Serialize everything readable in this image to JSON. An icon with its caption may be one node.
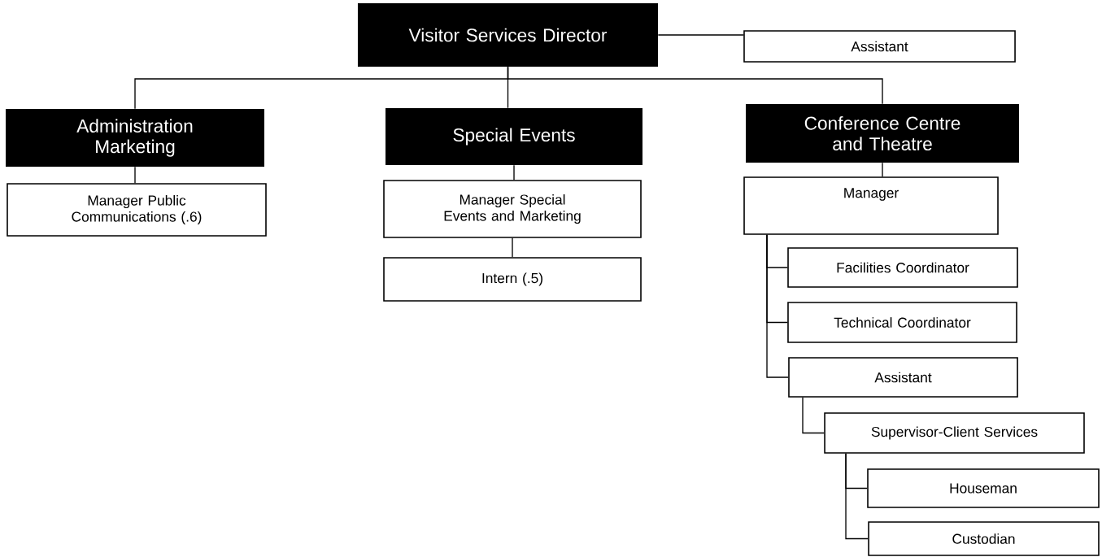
{
  "diagram": {
    "nodes": [
      {
        "text": [
          "Visitor Services Director"
        ]
      },
      {
        "text": [
          "Assistant"
        ]
      },
      {
        "text": [
          "Administration Marketing"
        ]
      },
      {
        "text": [
          "Special Events"
        ]
      },
      {
        "text": [
          "Conference Centre and Theatre"
        ]
      },
      {
        "text": [
          "Manager Public Communications (.6)"
        ]
      },
      {
        "text": [
          "Manager Special Events and Marketing"
        ]
      },
      {
        "text": [
          "Intern (.5)"
        ]
      },
      {
        "text": [
          "Manager"
        ]
      },
      {
        "text": [
          "Facilities Coordinator"
        ]
      },
      {
        "text": [
          "Technical Coordinator"
        ]
      },
      {
        "text": [
          "Assistant"
        ]
      },
      {
        "text": [
          "Supervisor-Client Services"
        ]
      },
      {
        "text": [
          "Houseman"
        ]
      },
      {
        "text": [
          "Custodian"
        ]
      }
    ],
    "edges": [
      {
        "from": 0,
        "to": 1,
        "arrow": "none"
      },
      {
        "from": 0,
        "to": 2,
        "arrow": "none"
      },
      {
        "from": 0,
        "to": 3,
        "arrow": "none"
      },
      {
        "from": 0,
        "to": 4,
        "arrow": "none"
      },
      {
        "from": 2,
        "to": 5,
        "arrow": "none"
      },
      {
        "from": 3,
        "to": 6,
        "arrow": "none"
      },
      {
        "from": 6,
        "to": 7,
        "arrow": "none"
      },
      {
        "from": 4,
        "to": 8,
        "arrow": "none"
      },
      {
        "from": 8,
        "to": 9,
        "arrow": "none"
      },
      {
        "from": 8,
        "to": 10,
        "arrow": "none"
      },
      {
        "from": 8,
        "to": 11,
        "arrow": "none"
      },
      {
        "from": 11,
        "to": 12,
        "arrow": "none"
      },
      {
        "from": 12,
        "to": 13,
        "arrow": "none"
      },
      {
        "from": 12,
        "to": 14,
        "arrow": "none"
      }
    ]
  }
}
